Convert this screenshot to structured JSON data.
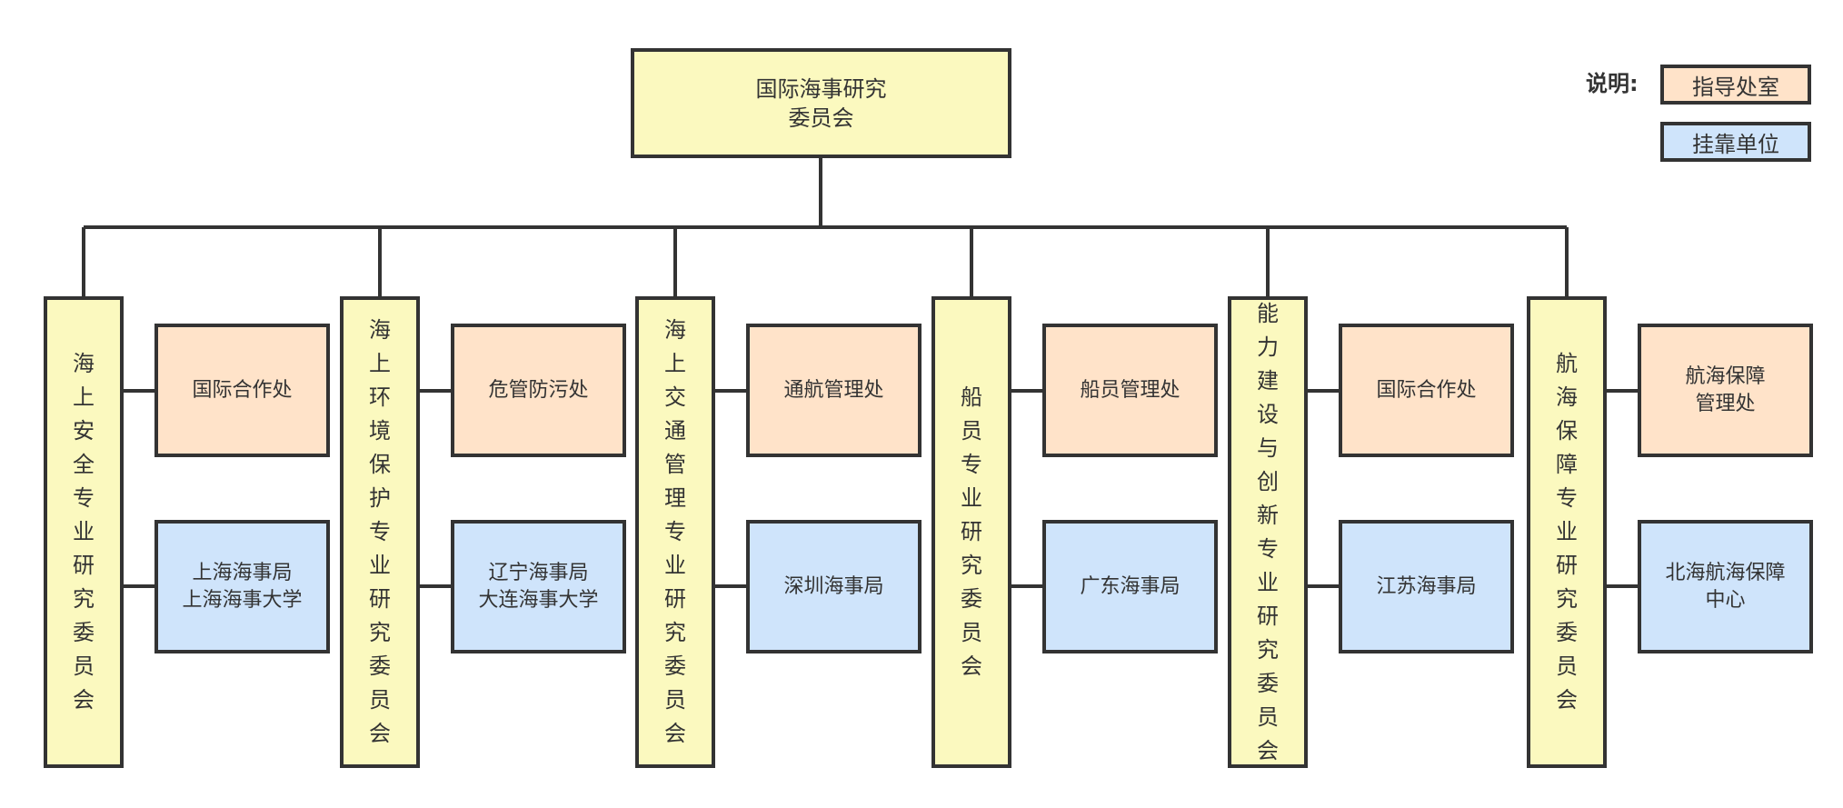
{
  "legend": {
    "title": "说明:",
    "guide_label": "指导处室",
    "unit_label": "挂靠单位",
    "colors": {
      "guide": "#ffe3c9",
      "unit": "#cfe4fb",
      "committee": "#fbf9bf"
    }
  },
  "root": {
    "label": "国际海事研究\n委员会"
  },
  "committees": [
    {
      "label": "海\n上\n安\n全\n专\n业\n研\n究\n委\n员\n会",
      "guide": "国际合作处",
      "unit": "上海海事局\n上海海事大学"
    },
    {
      "label": "海\n上\n环\n境\n保\n护\n专\n业\n研\n究\n委\n员\n会",
      "guide": "危管防污处",
      "unit": "辽宁海事局\n大连海事大学"
    },
    {
      "label": "海\n上\n交\n通\n管\n理\n专\n业\n研\n究\n委\n员\n会",
      "guide": "通航管理处",
      "unit": "深圳海事局"
    },
    {
      "label": "船\n员\n专\n业\n研\n究\n委\n员\n会",
      "guide": "船员管理处",
      "unit": "广东海事局"
    },
    {
      "label": "能\n力\n建\n设\n与\n创\n新\n专\n业\n研\n究\n委\n员\n会",
      "guide": "国际合作处",
      "unit": "江苏海事局"
    },
    {
      "label": "航\n海\n保\n障\n专\n业\n研\n究\n委\n员\n会",
      "guide": "航海保障\n管理处",
      "unit": "北海航海保障\n中心"
    }
  ]
}
